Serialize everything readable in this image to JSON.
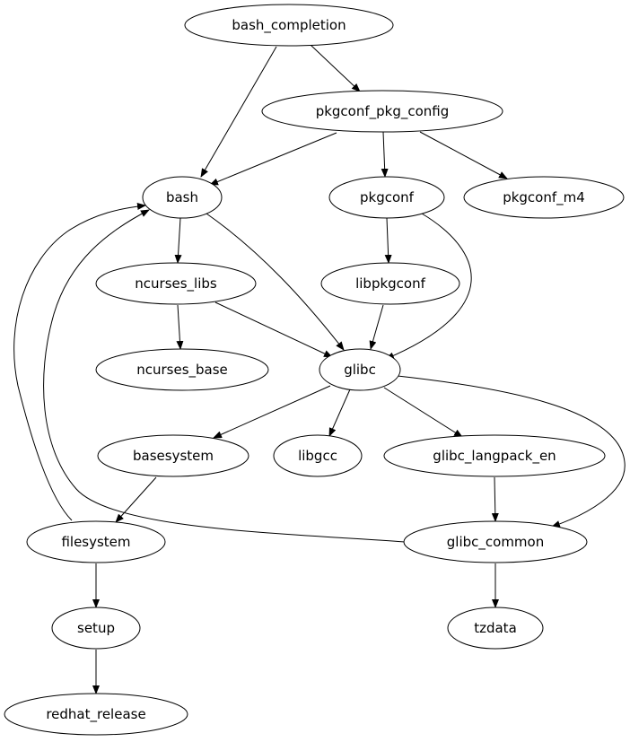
{
  "nodes": {
    "bash_completion": "bash_completion",
    "pkgconf_pkg_config": "pkgconf_pkg_config",
    "bash": "bash",
    "pkgconf": "pkgconf",
    "pkgconf_m4": "pkgconf_m4",
    "ncurses_libs": "ncurses_libs",
    "libpkgconf": "libpkgconf",
    "ncurses_base": "ncurses_base",
    "glibc": "glibc",
    "basesystem": "basesystem",
    "libgcc": "libgcc",
    "glibc_langpack_en": "glibc_langpack_en",
    "filesystem": "filesystem",
    "glibc_common": "glibc_common",
    "setup": "setup",
    "tzdata": "tzdata",
    "redhat_release": "redhat_release"
  },
  "edges": [
    [
      "bash_completion",
      "bash"
    ],
    [
      "bash_completion",
      "pkgconf_pkg_config"
    ],
    [
      "pkgconf_pkg_config",
      "bash"
    ],
    [
      "pkgconf_pkg_config",
      "pkgconf"
    ],
    [
      "pkgconf_pkg_config",
      "pkgconf_m4"
    ],
    [
      "bash",
      "ncurses_libs"
    ],
    [
      "bash",
      "glibc"
    ],
    [
      "pkgconf",
      "libpkgconf"
    ],
    [
      "pkgconf",
      "glibc"
    ],
    [
      "ncurses_libs",
      "ncurses_base"
    ],
    [
      "ncurses_libs",
      "glibc"
    ],
    [
      "libpkgconf",
      "glibc"
    ],
    [
      "glibc",
      "basesystem"
    ],
    [
      "glibc",
      "libgcc"
    ],
    [
      "glibc",
      "glibc_langpack_en"
    ],
    [
      "glibc",
      "glibc_common"
    ],
    [
      "glibc_langpack_en",
      "glibc_common"
    ],
    [
      "basesystem",
      "filesystem"
    ],
    [
      "filesystem",
      "bash"
    ],
    [
      "filesystem",
      "setup"
    ],
    [
      "glibc_common",
      "bash"
    ],
    [
      "glibc_common",
      "tzdata"
    ],
    [
      "setup",
      "redhat_release"
    ]
  ]
}
